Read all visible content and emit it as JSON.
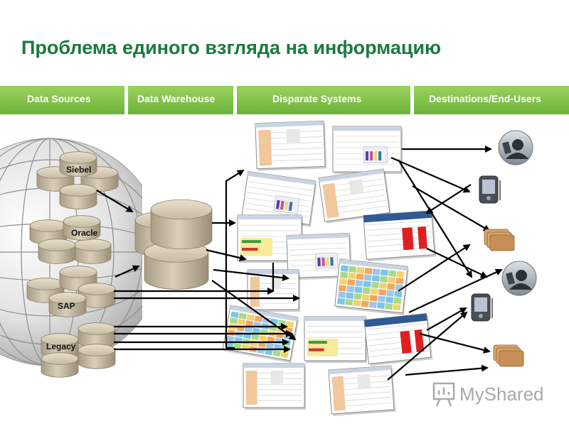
{
  "slide": {
    "title": "Проблема единого взгляда на информацию",
    "accent_color": "#1a7a3c",
    "band_color": "#7cc243"
  },
  "columns": [
    {
      "label": "Data Sources"
    },
    {
      "label": "Data Warehouse"
    },
    {
      "label": "Disparate Systems"
    },
    {
      "label": "Destinations/End-Users"
    }
  ],
  "sources": [
    {
      "label": "Siebel"
    },
    {
      "label": "Oracle"
    },
    {
      "label": "SAP"
    },
    {
      "label": "Legacy"
    }
  ],
  "end_users": [
    {
      "icon": "person-icon"
    },
    {
      "icon": "pda-icon"
    },
    {
      "icon": "folders-icon"
    },
    {
      "icon": "person-icon"
    },
    {
      "icon": "pda-icon"
    },
    {
      "icon": "folders-icon"
    }
  ],
  "watermark": {
    "text": "MyShared",
    "icon": "presentation-board-icon"
  }
}
